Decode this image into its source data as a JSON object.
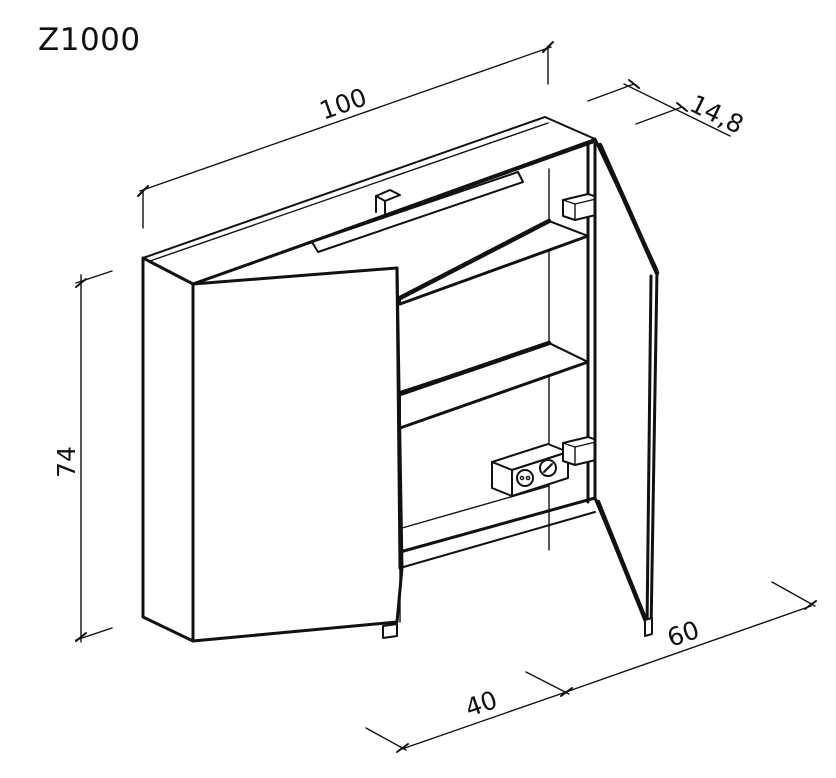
{
  "model": "Z1000",
  "dimensions": {
    "width": "100",
    "depth": "14,8",
    "height": "74",
    "door_left": "40",
    "door_right": "60"
  }
}
